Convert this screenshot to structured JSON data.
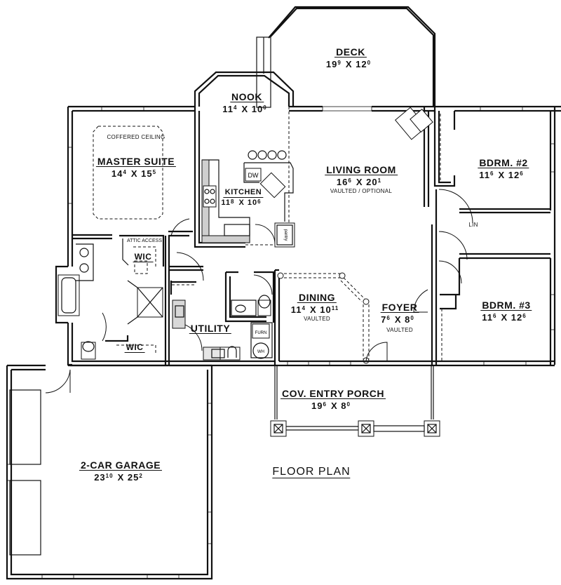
{
  "title": "FLOOR PLAN",
  "rooms": {
    "deck": {
      "name": "DECK",
      "w_ft": "19",
      "w_in": "9",
      "d_ft": "12",
      "d_in": "0",
      "sep": "X"
    },
    "nook": {
      "name": "NOOK",
      "w_ft": "11",
      "w_in": "4",
      "d_ft": "10",
      "d_in": "0",
      "sep": "X"
    },
    "master_suite": {
      "name": "MASTER SUITE",
      "w_ft": "14",
      "w_in": "4",
      "d_ft": "15",
      "d_in": "5",
      "sep": "X",
      "note": "COFFERED CEILING"
    },
    "kitchen": {
      "name": "KITCHEN",
      "w_ft": "11",
      "w_in": "8",
      "d_ft": "10",
      "d_in": "6",
      "sep": "X"
    },
    "living_room": {
      "name": "LIVING ROOM",
      "w_ft": "16",
      "w_in": "6",
      "d_ft": "20",
      "d_in": "1",
      "sep": "X",
      "note": "VAULTED / OPTIONAL"
    },
    "bdrm2": {
      "name": "BDRM. #2",
      "w_ft": "11",
      "w_in": "6",
      "d_ft": "12",
      "d_in": "6",
      "sep": "X"
    },
    "bdrm3": {
      "name": "BDRM. #3",
      "w_ft": "11",
      "w_in": "6",
      "d_ft": "12",
      "d_in": "6",
      "sep": "X"
    },
    "dining": {
      "name": "DINING",
      "w_ft": "11",
      "w_in": "4",
      "d_ft": "10",
      "d_in": "11",
      "sep": "X",
      "note": "VAULTED"
    },
    "foyer": {
      "name": "FOYER",
      "w_ft": "7",
      "w_in": "6",
      "d_ft": "8",
      "d_in": "0",
      "sep": "X",
      "note": "VAULTED"
    },
    "utility": {
      "name": "UTILITY"
    },
    "wic_upper": {
      "name": "WIC"
    },
    "wic_lower": {
      "name": "WIC"
    },
    "porch": {
      "name": "COV. ENTRY PORCH",
      "w_ft": "19",
      "w_in": "6",
      "d_ft": "8",
      "d_in": "0",
      "sep": "X"
    },
    "garage": {
      "name": "2-CAR GARAGE",
      "w_ft": "23",
      "w_in": "10",
      "d_ft": "25",
      "d_in": "2",
      "sep": "X"
    }
  },
  "fixtures": {
    "attic_access": "ATTIC ACCESS",
    "linen": "LIN",
    "pantry": "pantry",
    "dishwasher": "DW",
    "furnace": "FURN",
    "water_heater": "WH"
  }
}
